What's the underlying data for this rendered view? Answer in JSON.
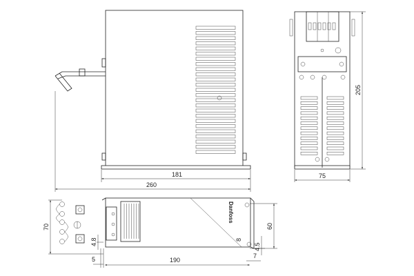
{
  "drawing": {
    "brand_logo": "Danfoss",
    "dimensions": {
      "front_inner_width": "181",
      "front_total_width": "260",
      "side_width": "75",
      "side_height": "205",
      "bottom_depth": "70",
      "bottom_hole_offset": "4.8",
      "bottom_left_offset": "5",
      "bottom_hole_spacing": "190",
      "bottom_slot": "8",
      "bottom_right_hole_offset": "4.5",
      "bottom_right_offset": "7",
      "bottom_hole_distance": "60"
    }
  }
}
